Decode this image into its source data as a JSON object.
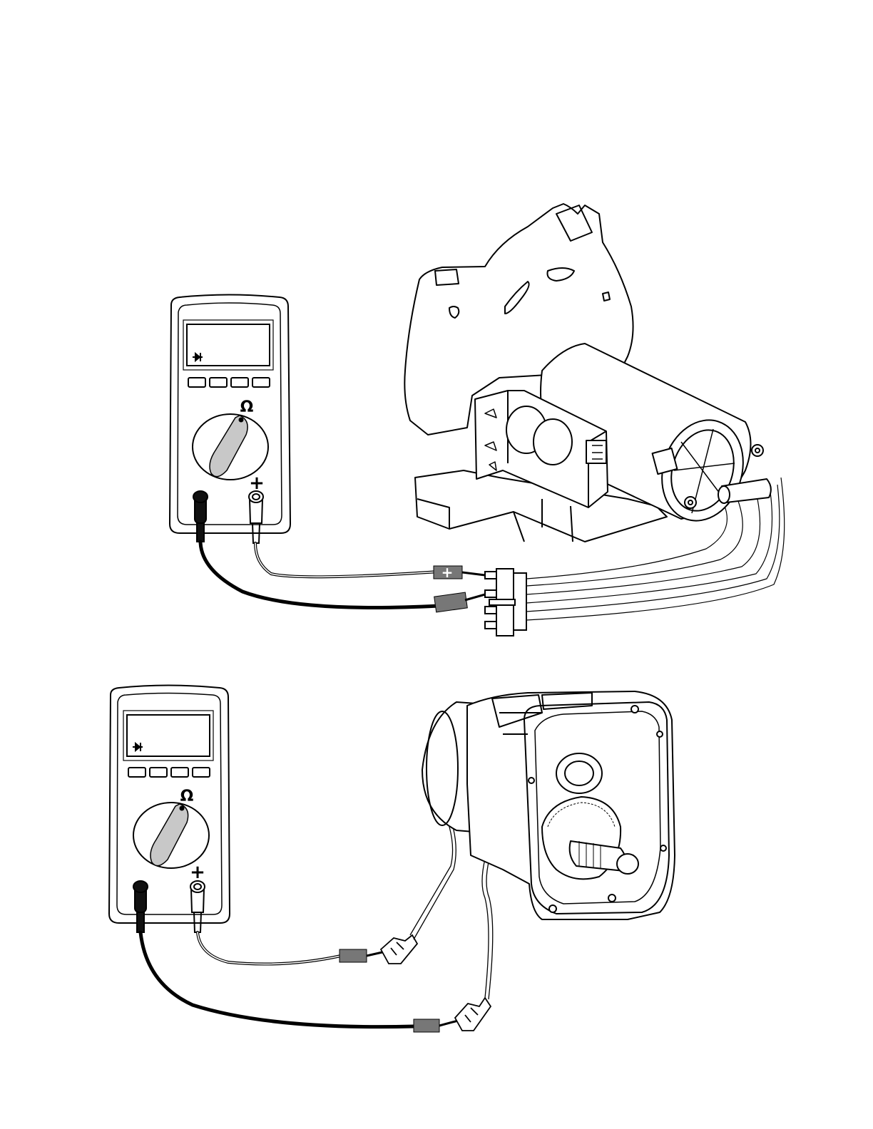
{
  "figure": {
    "panels": [
      {
        "id": "motor-test",
        "meter": {
          "mode_glyph": "diode-symbol",
          "dial_symbol": "Ω",
          "plus_jack_label": "+",
          "buttons": 4
        },
        "connector_plus_tag": "+",
        "colors": {
          "lead_positive": "#000000",
          "lead_negative": "#000000",
          "probe_boot": "#7a7a7a",
          "knob": "#c8c8c8"
        }
      },
      {
        "id": "gearbox-sensor-test",
        "meter": {
          "mode_glyph": "diode-symbol",
          "dial_symbol": "Ω",
          "plus_jack_label": "+",
          "buttons": 4
        },
        "colors": {
          "lead_positive": "#000000",
          "lead_negative": "#000000",
          "probe_boot": "#7a7a7a",
          "knob": "#c8c8c8"
        }
      }
    ]
  }
}
